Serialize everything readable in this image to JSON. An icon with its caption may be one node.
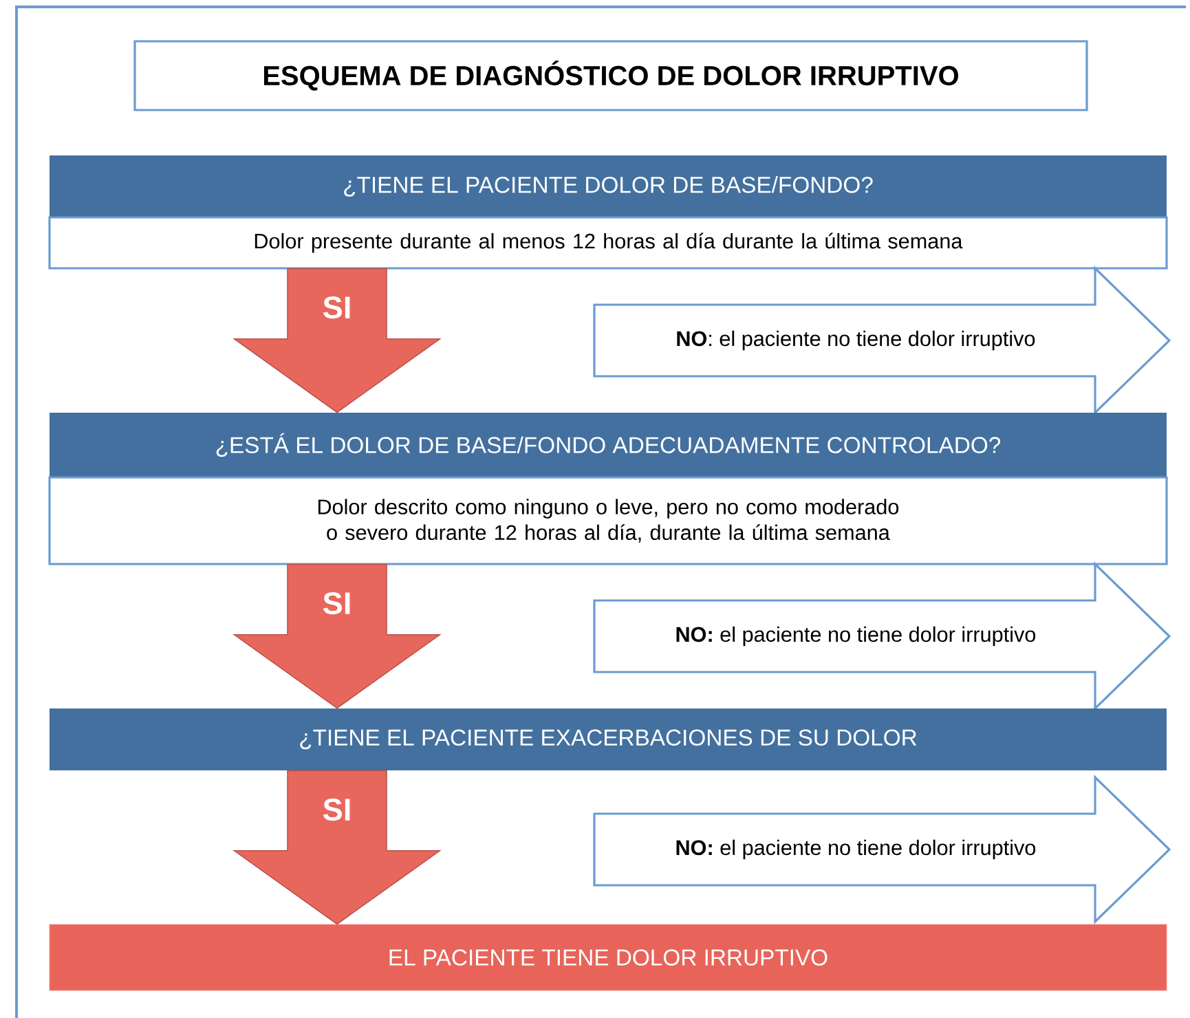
{
  "diagram": {
    "nodes": [
      {
        "text": [
          "ESQUEMA DE DIAGNÓSTICO DE DOLOR IRRUPTIVO"
        ]
      },
      {
        "text": [
          "¿TIENE EL PACIENTE DOLOR DE BASE/FONDO?",
          "Dolor presente durante al menos 12 horas al día durante la última semana"
        ]
      },
      {
        "text": [
          "**NO**: el paciente no tiene dolor irruptivo"
        ]
      },
      {
        "text": [
          "¿ESTÁ EL DOLOR DE BASE/FONDO ADECUADAMENTE CONTROLADO?",
          "Dolor descrito como ninguno o leve, pero no como moderado o severo durante 12 horas al día, durante la última semana"
        ]
      },
      {
        "text": [
          "**NO:** el paciente no tiene dolor irruptivo"
        ]
      },
      {
        "text": [
          "¿TIENE EL PACIENTE EXACERBACIONES DE SU DOLOR"
        ]
      },
      {
        "text": [
          "**NO:** el paciente no tiene dolor irruptivo"
        ]
      },
      {
        "text": [
          "EL PACIENTE TIENE DOLOR IRRUPTIVO"
        ]
      }
    ],
    "edges": [
      {
        "from": 1,
        "to": 3,
        "arrow": "to",
        "label": "SI"
      },
      {
        "from": 3,
        "to": 5,
        "arrow": "to",
        "label": "SI"
      },
      {
        "from": 5,
        "to": 7,
        "arrow": "to",
        "label": "SI"
      }
    ]
  }
}
